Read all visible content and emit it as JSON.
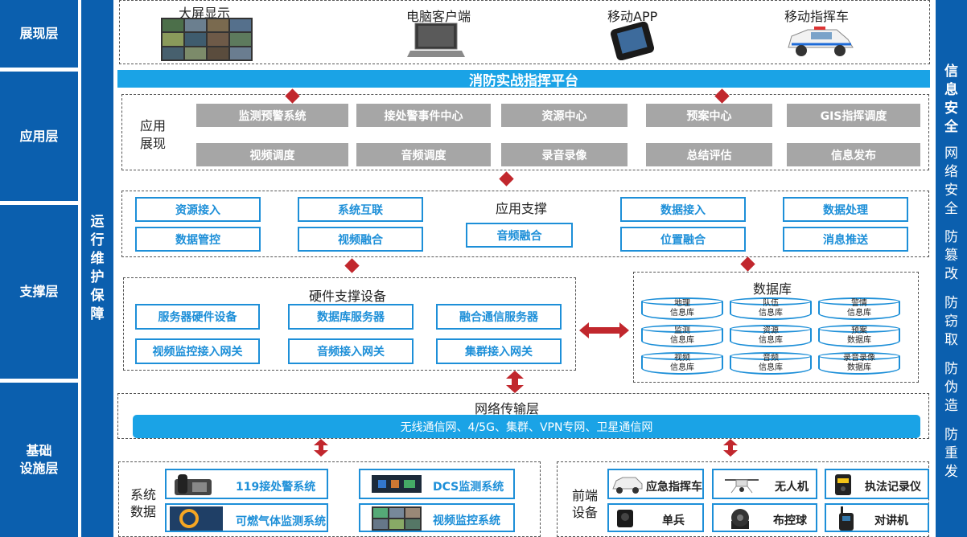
{
  "layers": [
    "展现层",
    "应用层",
    "支撑层",
    "基础\n设施层"
  ],
  "ops_label": "运行维护保障",
  "security": [
    "信息安全",
    "网络安全",
    "防篡改",
    "防窃取",
    "防伪造",
    "防重发"
  ],
  "display_items": [
    "大屏显示",
    "电脑客户端",
    "移动APP",
    "移动指挥车"
  ],
  "platform_title": "消防实战指挥平台",
  "app_section_label": "应用\n展现",
  "app_items_row1": [
    "监测预警系统",
    "接处警事件中心",
    "资源中心",
    "预案中心",
    "GIS指挥调度"
  ],
  "app_items_row2": [
    "视频调度",
    "音频调度",
    "录音录像",
    "总结评估",
    "信息发布"
  ],
  "support_title": "应用支撑",
  "support_items": [
    "资源接入",
    "系统互联",
    "数据接入",
    "数据处理",
    "数据管控",
    "视频融合",
    "音频融合",
    "位置融合",
    "消息推送"
  ],
  "hw_title": "硬件支撑设备",
  "hw_items": [
    "服务器硬件设备",
    "数据库服务器",
    "融合通信服务器",
    "视频监控接入网关",
    "音频接入网关",
    "集群接入网关"
  ],
  "db_title": "数据库",
  "db_items": [
    "地理\n信息库",
    "队伍\n信息库",
    "警情\n信息库",
    "监测\n信息库",
    "资源\n信息库",
    "预案\n数据库",
    "视频\n信息库",
    "音频\n信息库",
    "录音录像\n数据库"
  ],
  "network_title": "网络传输层",
  "network_bar": "无线通信网、4/5G、集群、VPN专网、卫星通信网",
  "sys_label": "系统\n数据",
  "sys_items": [
    "119接处警系统",
    "DCS监测系统",
    "可燃气体监测系统",
    "视频监控系统"
  ],
  "front_label": "前端\n设备",
  "front_items": [
    "应急指挥车",
    "无人机",
    "执法记录仪",
    "单兵",
    "布控球",
    "对讲机"
  ],
  "colors": {
    "dark_blue": "#0b5fae",
    "light_blue": "#1d8fd8",
    "bar_blue": "#1aa3e6",
    "gray": "#a6a6a6",
    "red": "#c1272d"
  }
}
